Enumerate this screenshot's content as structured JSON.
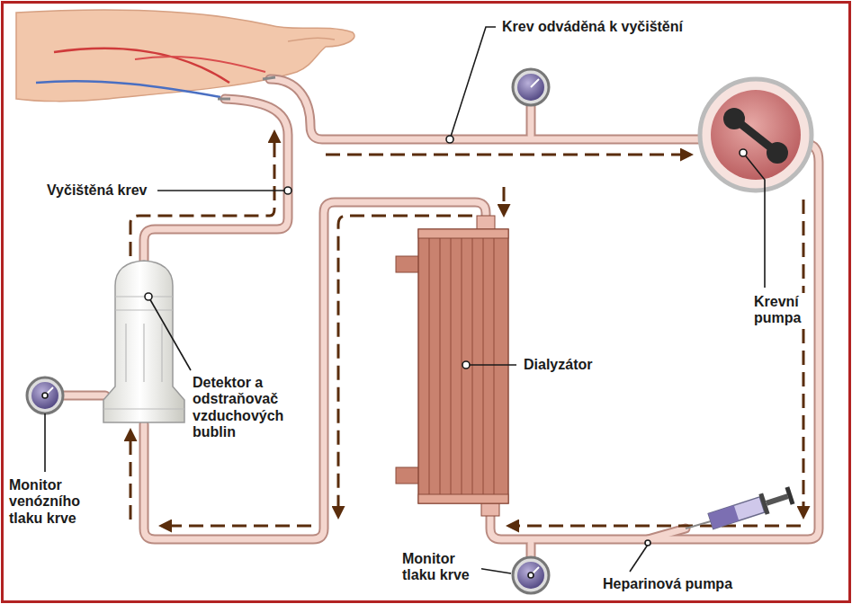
{
  "diagram": {
    "labels": [
      "Krev odváděná k vyčištění",
      "Vyčištěná krev",
      "Krevní pumpa",
      "Dialyzátor",
      "Detektor a odstraňovač vzduchových bublin",
      "Monitor venózního tlaku krve",
      "Monitor tlaku krve",
      "Heparinová pumpa"
    ]
  }
}
